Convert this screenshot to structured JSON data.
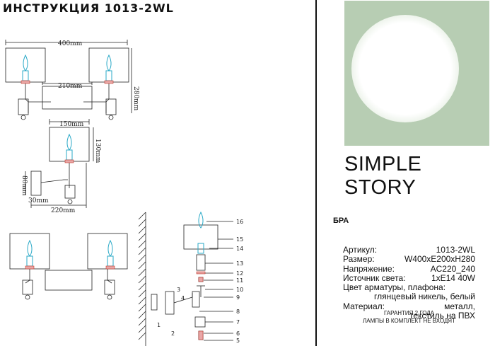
{
  "title": "ИНСТРУКЦИЯ 1013-2WL",
  "dimensions": {
    "overall_width": "400mm",
    "arm_span": "210mm",
    "height": "280mm",
    "shade_width": "150mm",
    "shade_height": "130mm",
    "base": "80mm",
    "offset": "30mm",
    "depth": "220mm"
  },
  "part_numbers": [
    "16",
    "15",
    "14",
    "13",
    "12",
    "11",
    "10",
    "9",
    "8",
    "7",
    "6",
    "5",
    "4",
    "3",
    "2",
    "1"
  ],
  "brand": {
    "part1": "SIMPLE",
    "part2": "STORY"
  },
  "product_type": "БРА",
  "specs": {
    "article_label": "Артикул:",
    "article_value": "1013-2WL",
    "size_label": "Размер:",
    "size_value": "W400xE200xH280",
    "voltage_label": "Напряжение:",
    "voltage_value": "AC220_240",
    "light_label": "Источник света:",
    "light_value": "1xE14 40W",
    "color_label": "Цвет арматуры, плафона:",
    "color_value": "глянцевый никель, белый",
    "material_label": "Материал:",
    "material_value1": "металл,",
    "material_value2": "текстиль на ПВХ"
  },
  "footer": {
    "line1": "ГАРАНТИЯ 2 ГОДА",
    "line2": "ЛАМПЫ В КОМПЛЕКТ НЕ ВХОДЯТ"
  },
  "colors": {
    "photo_bg": "#b7cdb3",
    "globe": "#ffffff"
  }
}
